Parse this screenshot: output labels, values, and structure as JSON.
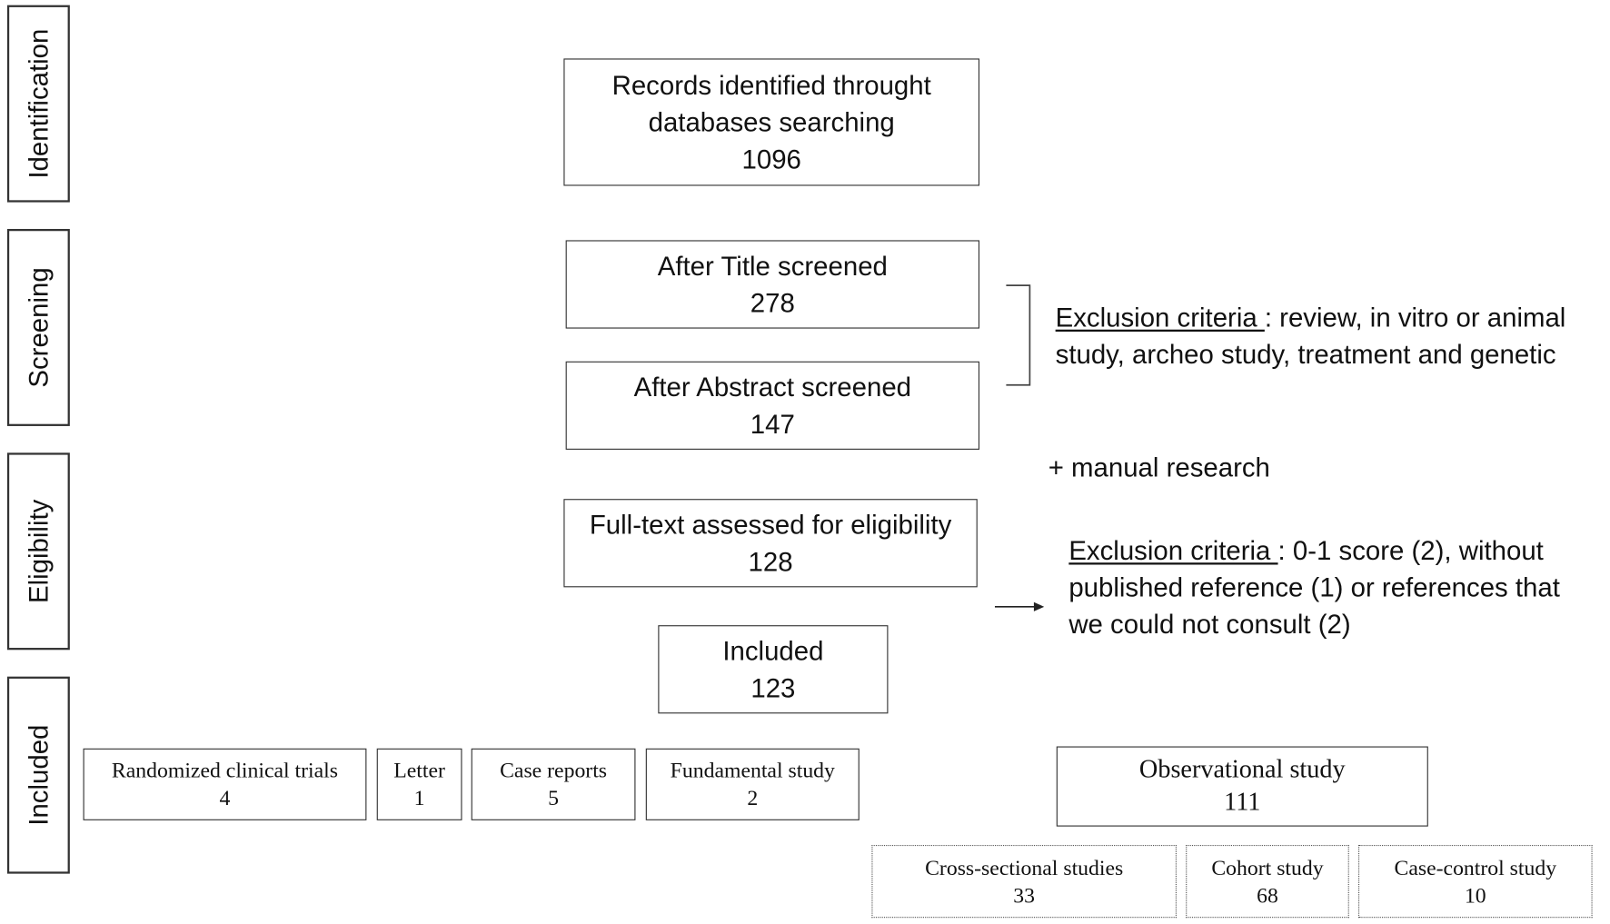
{
  "phases": {
    "identification": "Identification",
    "screening": "Screening",
    "eligibility": "Eligibility",
    "included": "Included"
  },
  "flow": {
    "records": {
      "line1": "Records identified throught",
      "line2": "databases searching",
      "count": "1096"
    },
    "title_screened": {
      "label": "After Title screened",
      "count": "278"
    },
    "abstract_screened": {
      "label": "After Abstract screened",
      "count": "147"
    },
    "fulltext": {
      "label": "Full-text assessed for eligibility",
      "count": "128"
    },
    "included": {
      "label": "Included",
      "count": "123"
    }
  },
  "exclusion_1": {
    "heading": "Exclusion criteria ",
    "line1": ": review, in vitro or animal",
    "line2": "study, archeo study, treatment and genetic"
  },
  "manual_research": "+ manual research",
  "exclusion_2": {
    "heading": "Exclusion criteria ",
    "line1": ": 0-1 score (2), without",
    "line2": "published reference (1) or references that",
    "line3": "we could not consult (2)"
  },
  "study_types": [
    {
      "label": "Randomized clinical trials",
      "count": "4"
    },
    {
      "label": "Letter",
      "count": "1"
    },
    {
      "label": "Case reports",
      "count": "5"
    },
    {
      "label": "Fundamental study",
      "count": "2"
    }
  ],
  "observational": {
    "label": "Observational study",
    "count": "111"
  },
  "observational_subtypes": [
    {
      "label": "Cross-sectional studies",
      "count": "33"
    },
    {
      "label": "Cohort study",
      "count": "68"
    },
    {
      "label": "Case-control study",
      "count": "10"
    }
  ]
}
